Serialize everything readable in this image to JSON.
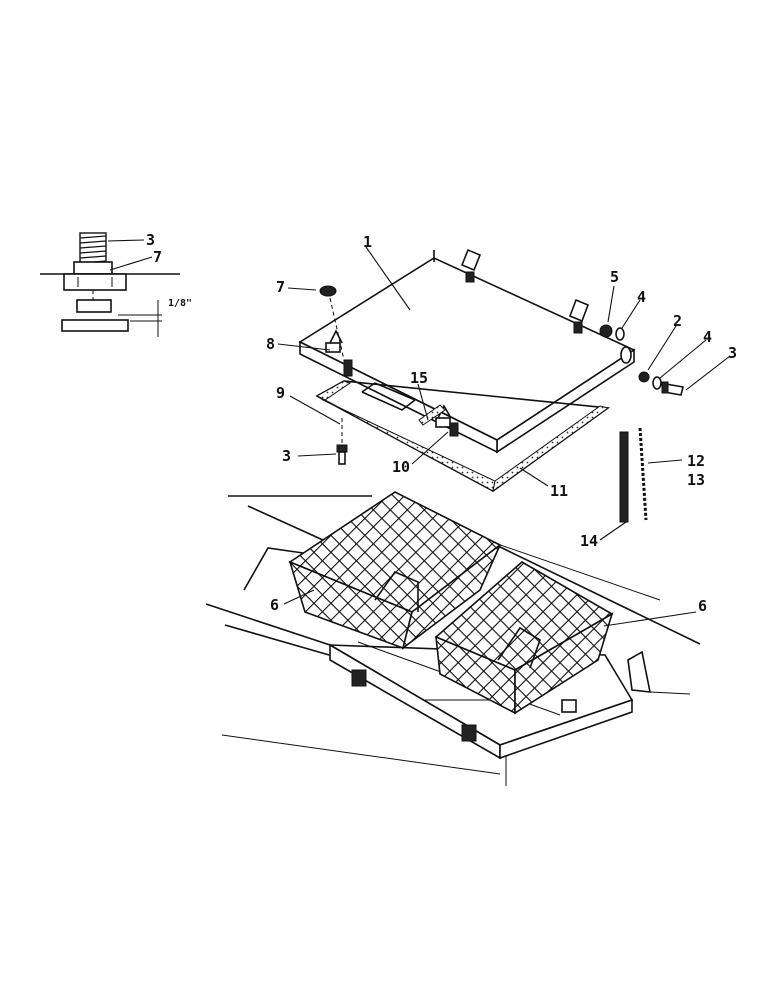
{
  "figure": {
    "callouts": {
      "c1": "1",
      "c2": "2",
      "c3a": "3",
      "c3b": "3",
      "c3c": "3",
      "c4a": "4",
      "c4b": "4",
      "c5": "5",
      "c6a": "6",
      "c6b": "6",
      "c7a": "7",
      "c7b": "7",
      "c8": "8",
      "c9": "9",
      "c10": "10",
      "c11": "11",
      "c12": "12",
      "c13": "13",
      "c14": "14",
      "c15": "15"
    },
    "detail": {
      "gap_label": "1/8\""
    }
  }
}
